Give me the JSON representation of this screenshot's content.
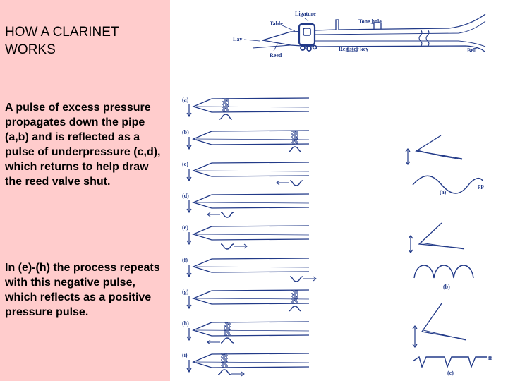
{
  "slide": {
    "title": "HOW A CLARINET WORKS",
    "paragraph_1": "A pulse of excess pressure propagates down the pipe (a,b) and is reflected as a pulse of underpressure (c,d), which returns to help draw the reed valve shut.",
    "paragraph_2": "In (e)-(h) the process repeats with this negative pulse, which reflects as a positive pressure pulse."
  },
  "clarinet_diagram": {
    "labels": {
      "ligature": "Ligature",
      "tone_hole": "Tone hole",
      "table": "Table",
      "lay": "Lay",
      "reed": "Reed",
      "register_key": "Register key",
      "bell": "Bell"
    }
  },
  "pulse_stages": [
    "(a)",
    "(b)",
    "(c)",
    "(d)",
    "(e)",
    "(f)",
    "(g)",
    "(h)",
    "(i)"
  ],
  "waveforms": {
    "labels": [
      "(a)",
      "(b)",
      "(c)"
    ],
    "dynamics": [
      "pp",
      "ff"
    ]
  },
  "colors": {
    "panel_background": "#ffcccc",
    "ink": "#223a88"
  }
}
